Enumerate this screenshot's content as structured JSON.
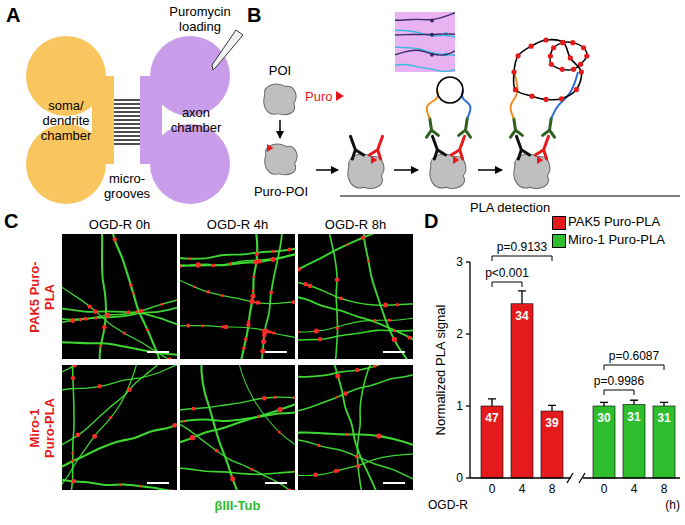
{
  "diagram": {
    "nodes": [
      {
        "text": [
          "soma/ dendrite chamber"
        ]
      },
      {
        "text": [
          "axon chamber"
        ]
      },
      {
        "text": [
          "POI"
        ]
      },
      {
        "text": [
          "Puro-POI"
        ]
      }
    ],
    "edges": [
      {
        "from": 2,
        "to": 3,
        "arrow": "to"
      }
    ],
    "labels": [
      "A",
      "Puromycin loading",
      "micro- grooves",
      "B",
      "Puro",
      "PLA detection",
      "C",
      "OGD-R 0h",
      "OGD-R 4h",
      "OGD-R 8h",
      "PAK5 Puro-PLA",
      "Miro-1 Puro-PLA",
      "βIII-Tub",
      "D",
      "Normalized PLA signal",
      "p=0.9133",
      "p<0.001",
      "p=0.9986",
      "p=0.6087",
      "47",
      "34",
      "39",
      "30",
      "31",
      "31",
      "0",
      "1",
      "2",
      "3",
      "0",
      "4",
      "8",
      "0",
      "4",
      "8",
      "OGD-R",
      "(h)"
    ],
    "legend": [
      {
        "text": "PAK5 Puro-PLA",
        "color": "#e41a1c"
      },
      {
        "text": "Miro-1 Puro-PLA",
        "color": "#2dbd2d"
      }
    ]
  }
}
